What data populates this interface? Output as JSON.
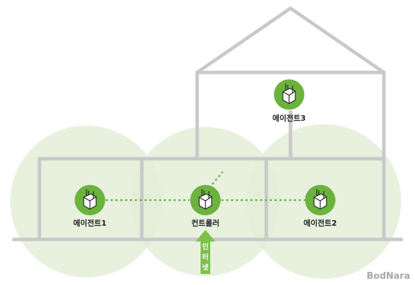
{
  "nodes": {
    "agent1": "에이전트1",
    "controller": "컨트롤러",
    "agent2": "에이전트2",
    "agent3": "에이전트3"
  },
  "internet": [
    "인",
    "터",
    "넷"
  ],
  "logo": "BodNara",
  "colors": {
    "coverage": "#e3eed8",
    "node": "#6cb33e",
    "house": "#c9c9c9",
    "arrow": "#7dc04b"
  }
}
